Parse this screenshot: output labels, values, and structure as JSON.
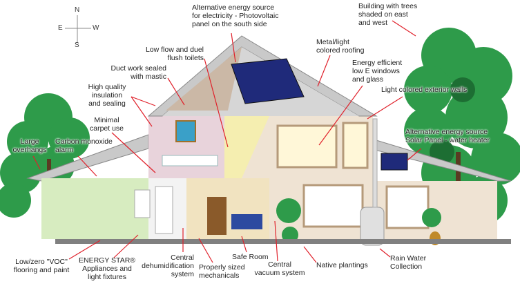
{
  "compass": {
    "north": "N",
    "south": "S",
    "east": "E",
    "west": "W"
  },
  "labels": {
    "photovoltaic": [
      "Alternative energy source",
      "for electricity - Photovoltaic",
      "panel on the south side"
    ],
    "toilets": [
      "Low flow and duel",
      "flush toilets"
    ],
    "duct": [
      "Duct work sealed",
      "with mastic"
    ],
    "insulation": [
      "High quality",
      "insulation",
      "and sealing"
    ],
    "carpet": [
      "Minimal",
      "carpet use"
    ],
    "overhangs": [
      "Large",
      "overhangs"
    ],
    "co_alarm": [
      "Carbon monoxide",
      "alarm"
    ],
    "trees": [
      "Building with trees",
      "shaded on east",
      "and west"
    ],
    "roofing": [
      "Metal/light",
      "colored roofing"
    ],
    "windows": [
      "Energy efficient",
      "low E windows",
      "and glass"
    ],
    "walls": [
      "Light colored exterior walls"
    ],
    "solar_water": [
      "Alternative energy source",
      "Solar Panel - water heater"
    ],
    "voc": [
      "Low/zero \"VOC\"",
      "flooring and paint"
    ],
    "energy_star": [
      "ENERGY STAR®",
      "Appliances and",
      "light fixtures"
    ],
    "dehumid": [
      "Central",
      "dehumidification",
      "system"
    ],
    "mechanicals": [
      "Properly sized",
      "mechanicals"
    ],
    "safe_room": [
      "Safe Room"
    ],
    "vacuum": [
      "Central",
      "vacuum system"
    ],
    "plantings": [
      "Native plantings"
    ],
    "rain": [
      "Rain Water",
      "Collection"
    ]
  },
  "colors": {
    "arrow": "#e0202a",
    "roof": "#c9c9c9",
    "panel": "#1f2a7a",
    "tree": "#2e9b4a",
    "wall": "#efe3d3"
  }
}
